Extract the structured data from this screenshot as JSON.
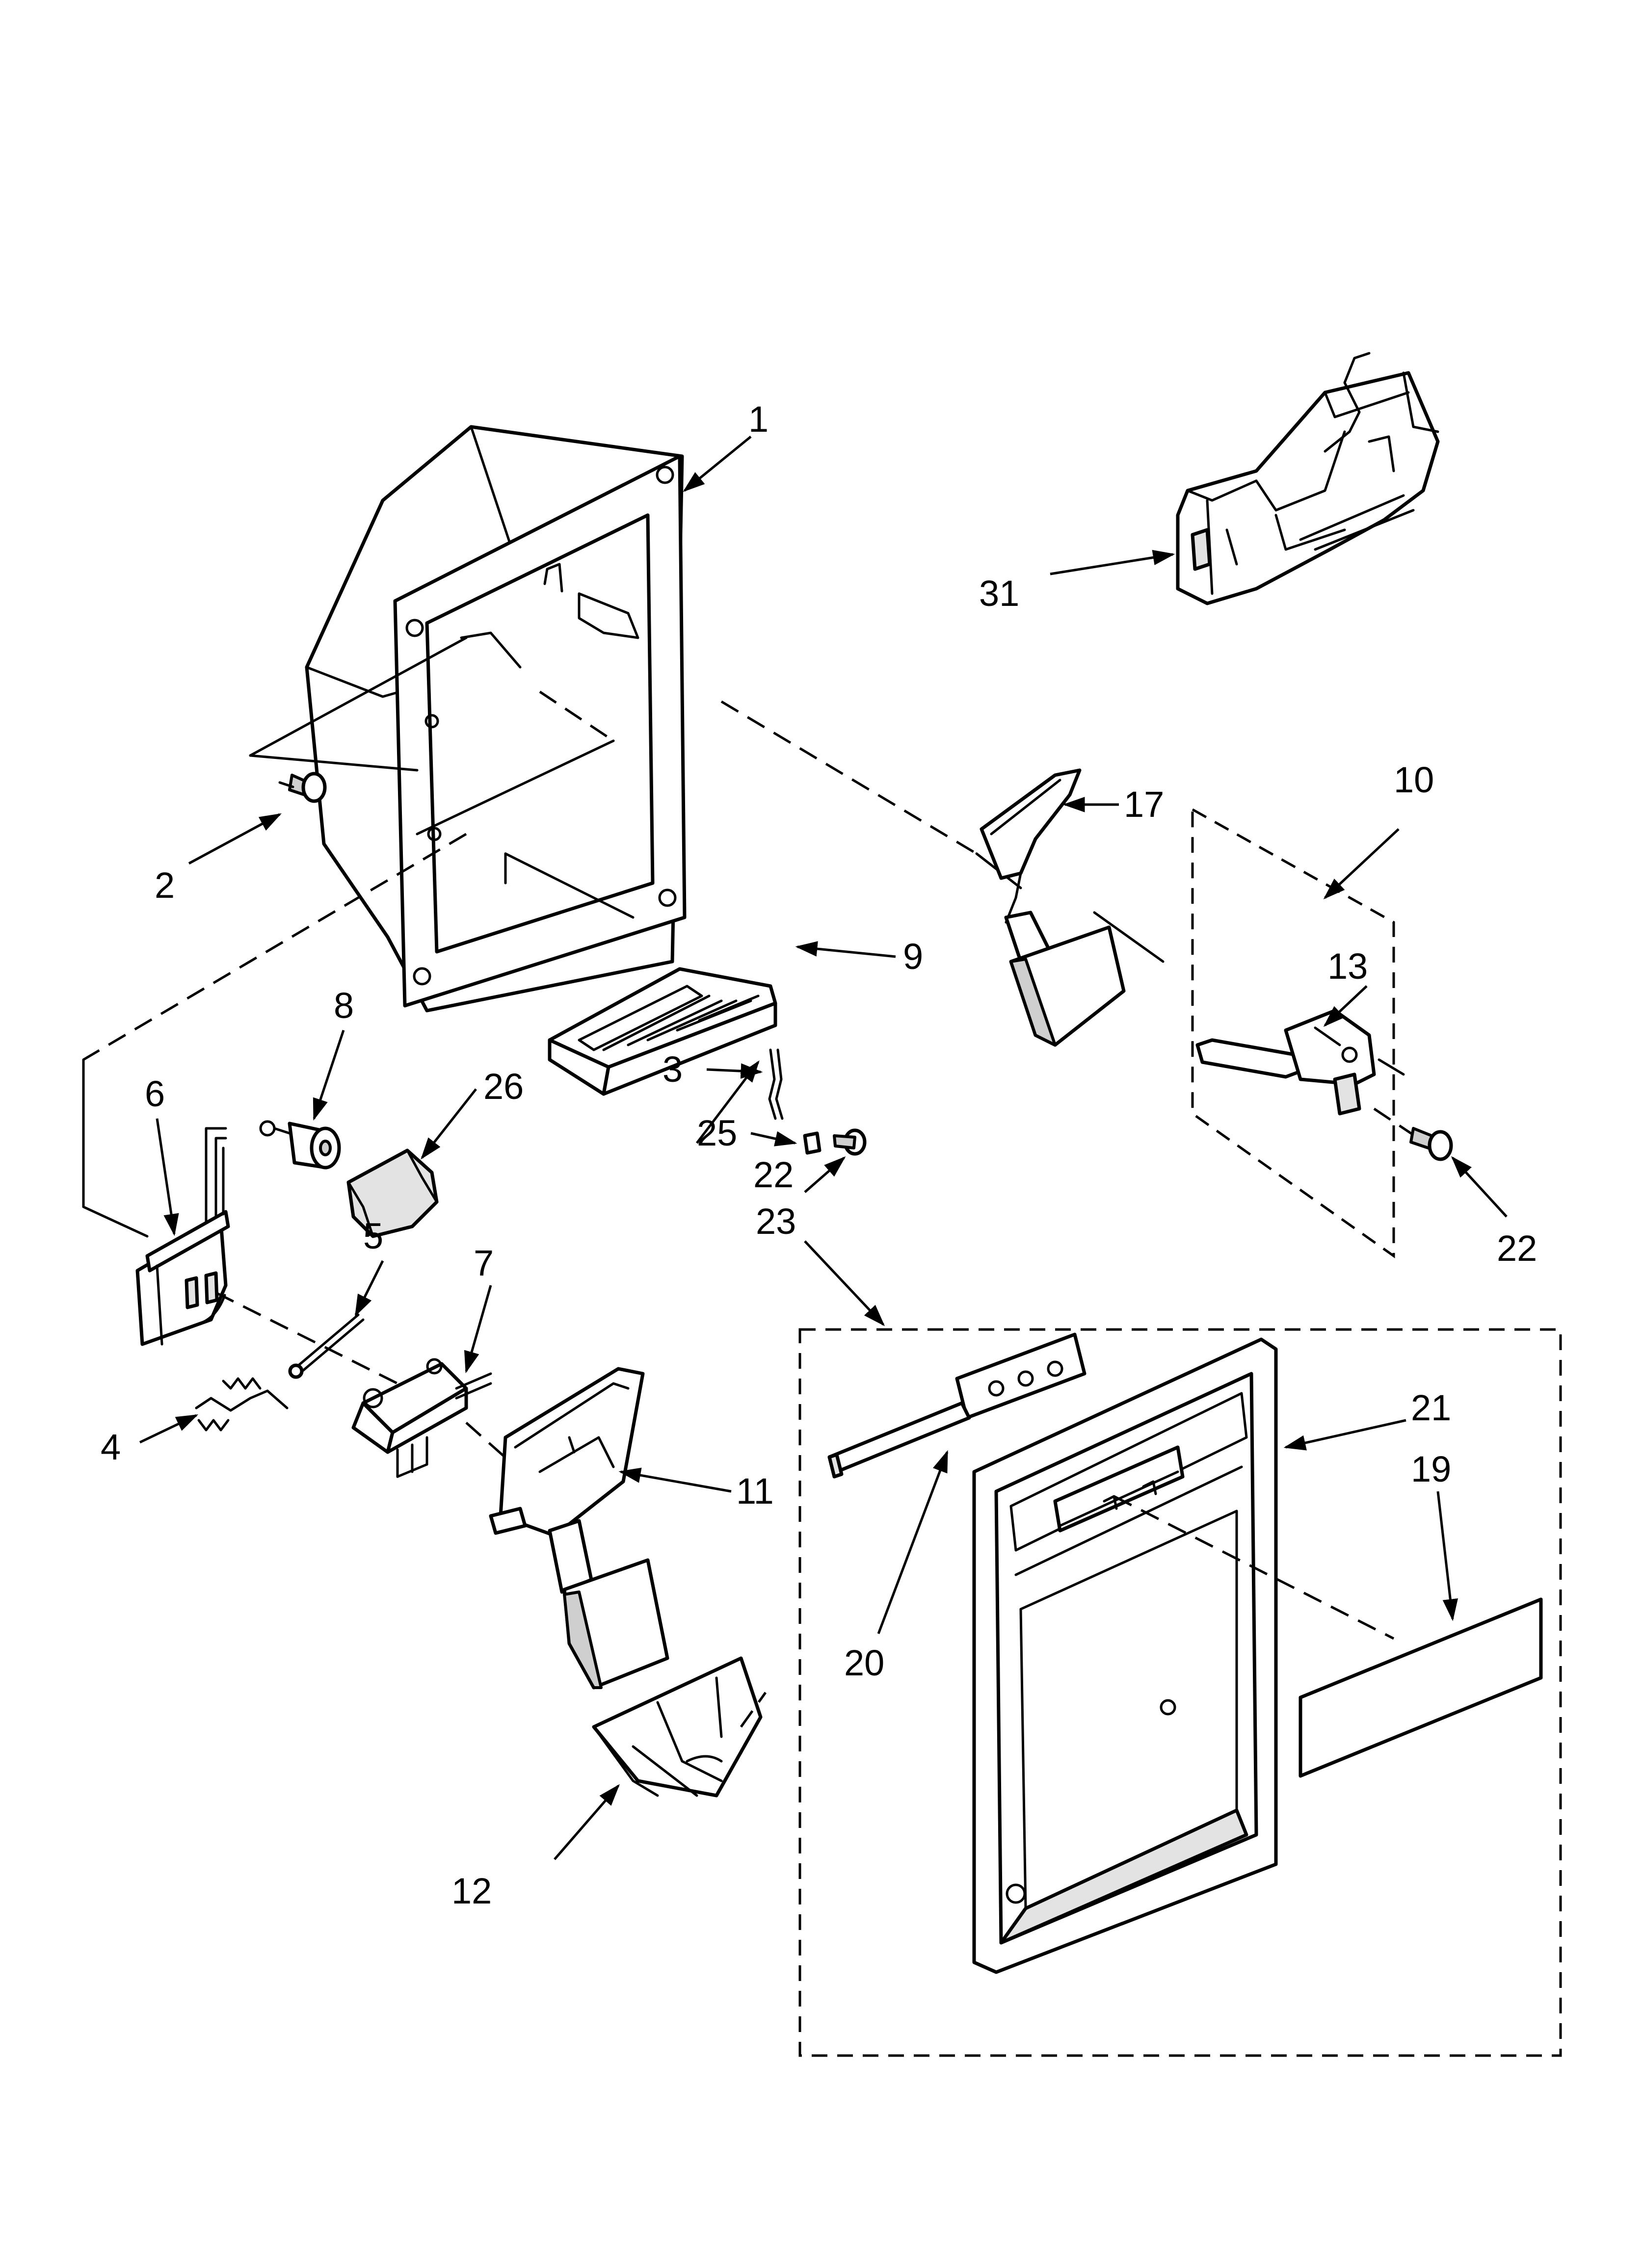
{
  "callouts": [
    {
      "id": "1",
      "text": "1"
    },
    {
      "id": "2",
      "text": "2"
    },
    {
      "id": "3",
      "text": "3"
    },
    {
      "id": "4",
      "text": "4"
    },
    {
      "id": "5",
      "text": "5"
    },
    {
      "id": "6",
      "text": "6"
    },
    {
      "id": "7",
      "text": "7"
    },
    {
      "id": "8",
      "text": "8"
    },
    {
      "id": "9",
      "text": "9"
    },
    {
      "id": "10",
      "text": "10"
    },
    {
      "id": "11",
      "text": "11"
    },
    {
      "id": "12",
      "text": "12"
    },
    {
      "id": "13",
      "text": "13"
    },
    {
      "id": "17",
      "text": "17"
    },
    {
      "id": "19",
      "text": "19"
    },
    {
      "id": "20",
      "text": "20"
    },
    {
      "id": "21",
      "text": "21"
    },
    {
      "id": "22a",
      "text": "22"
    },
    {
      "id": "22b",
      "text": "22"
    },
    {
      "id": "23",
      "text": "23"
    },
    {
      "id": "25",
      "text": "25"
    },
    {
      "id": "26",
      "text": "26"
    },
    {
      "id": "31",
      "text": "31"
    }
  ]
}
